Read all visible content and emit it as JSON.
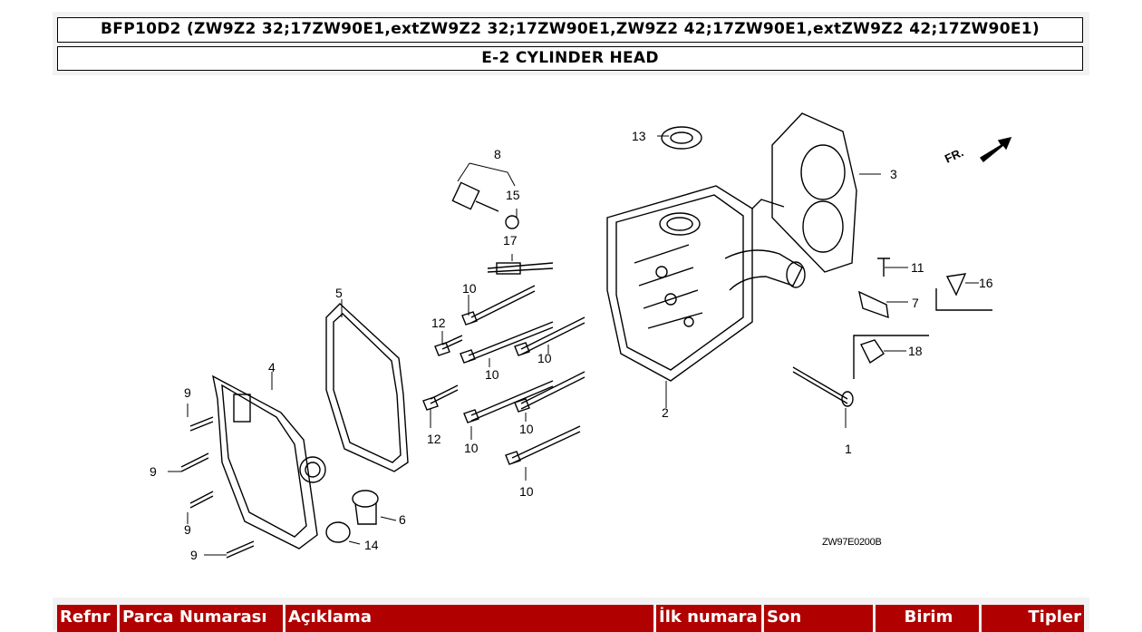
{
  "header": {
    "model_line": "BFP10D2 (ZW9Z2 32;17ZW90E1,extZW9Z2 32;17ZW90E1,ZW9Z2 42;17ZW90E1,extZW9Z2 42;17ZW90E1)",
    "section_title": "E-2 CYLINDER HEAD"
  },
  "diagram": {
    "part_numbers": [
      "1",
      "2",
      "3",
      "4",
      "5",
      "6",
      "7",
      "8",
      "9",
      "10",
      "11",
      "12",
      "13",
      "14",
      "15",
      "16",
      "17",
      "18"
    ],
    "front_marker": "FR.",
    "drawing_code": "ZW97E0200B"
  },
  "table": {
    "columns": [
      "Refnr",
      "Parca Numarası",
      "Açıklama",
      "İlk numara",
      "Son",
      "Birim",
      "Tipler"
    ]
  },
  "colors": {
    "header_red": "#b00000",
    "frame_gray": "#f2f2f2"
  }
}
